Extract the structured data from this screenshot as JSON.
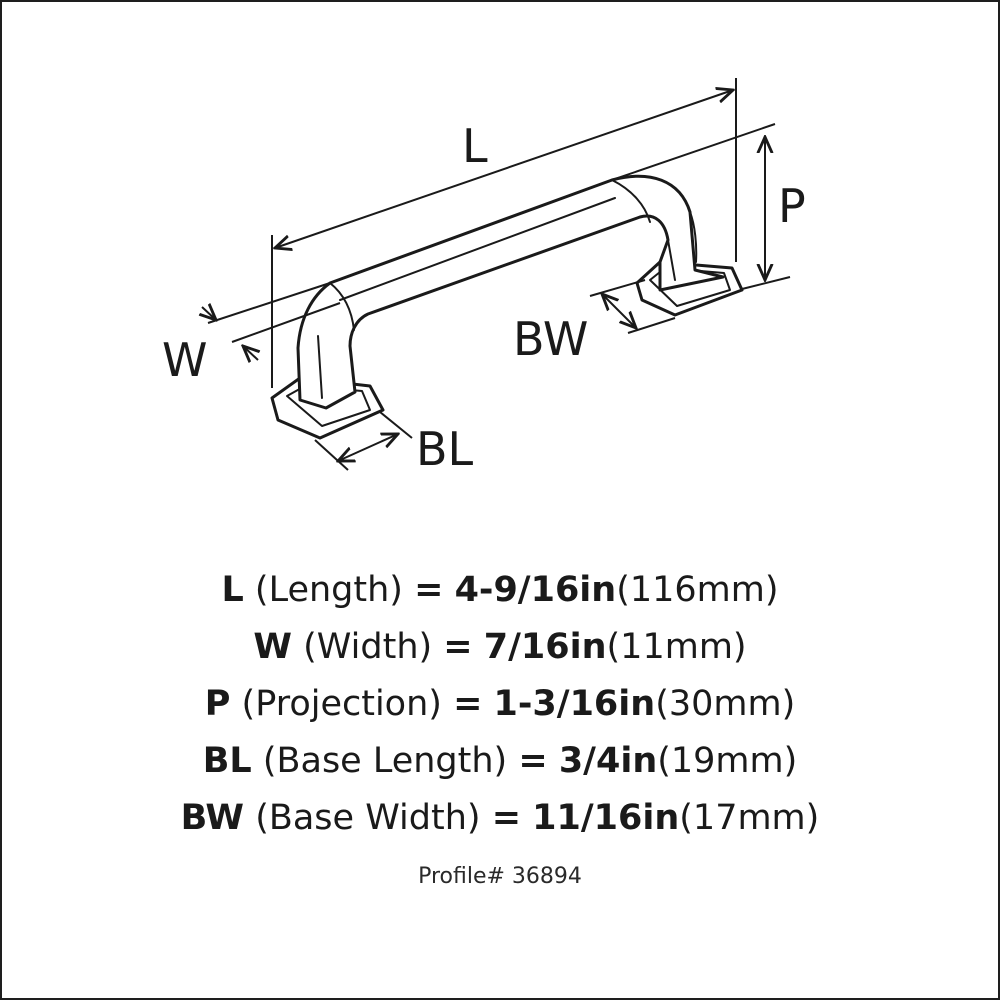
{
  "labels": {
    "length": "L",
    "width": "W",
    "projection": "P",
    "base_length": "BL",
    "base_width": "BW"
  },
  "specs": [
    {
      "abbr": "L",
      "name": "(Length)",
      "eq": "=",
      "imperial": "4-9/16in",
      "metric": "(116mm)"
    },
    {
      "abbr": "W",
      "name": "(Width)",
      "eq": "=",
      "imperial": "7/16in",
      "metric": "(11mm)"
    },
    {
      "abbr": "P",
      "name": "(Projection)",
      "eq": "=",
      "imperial": "1-3/16in",
      "metric": "(30mm)"
    },
    {
      "abbr": "BL",
      "name": "(Base Length)",
      "eq": "=",
      "imperial": "3/4in",
      "metric": "(19mm)"
    },
    {
      "abbr": "BW",
      "name": "(Base Width)",
      "eq": "=",
      "imperial": "11/16in",
      "metric": "(17mm)"
    }
  ],
  "profile": "Profile# 36894"
}
